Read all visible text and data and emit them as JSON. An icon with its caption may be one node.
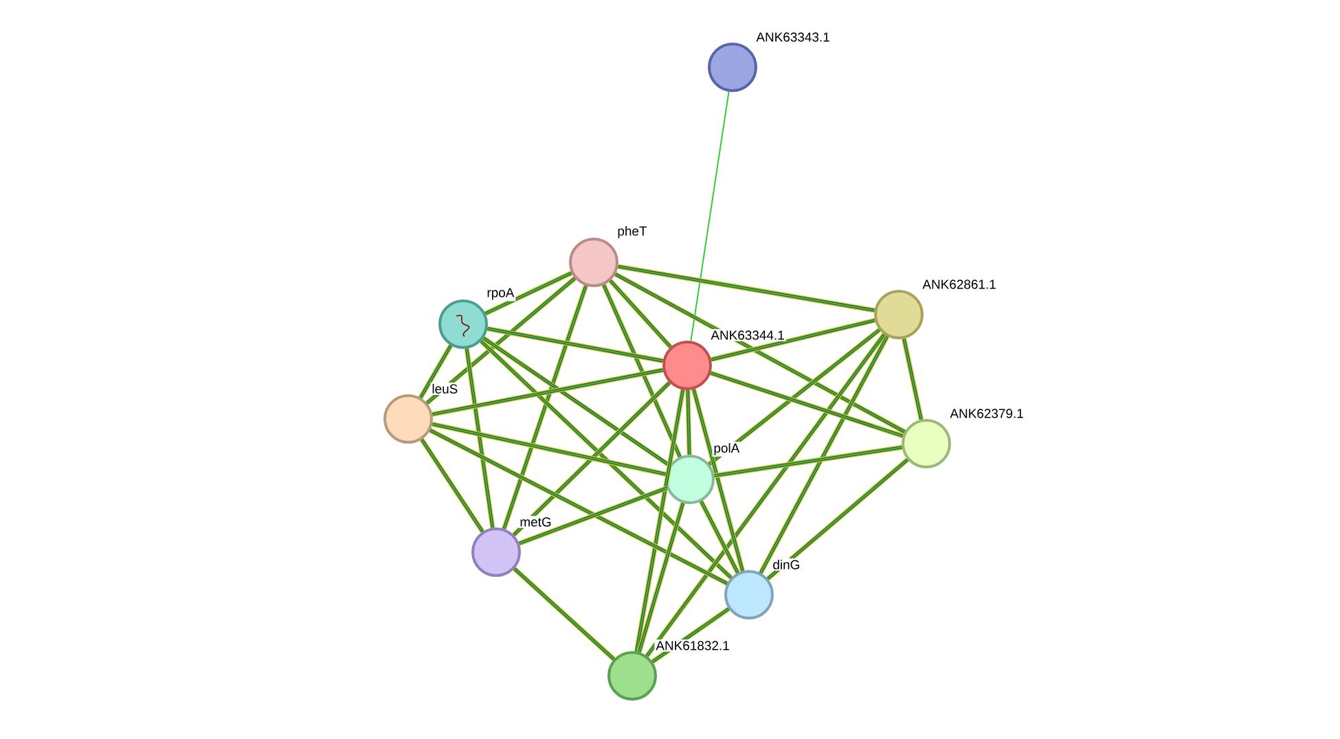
{
  "diagram": {
    "nodes": [
      {
        "text": [],
        "shape": "circle",
        "beside": [
          "ANK63343.1"
        ]
      },
      {
        "text": [],
        "shape": "circle",
        "beside": [
          "pheT"
        ]
      },
      {
        "text": [],
        "shape": "circle",
        "beside": [
          "rpoA"
        ]
      },
      {
        "text": [],
        "shape": "circle",
        "beside": [
          "ANK62861.1"
        ]
      },
      {
        "text": [],
        "shape": "circle",
        "beside": [
          "ANK63344.1"
        ]
      },
      {
        "text": [],
        "shape": "circle",
        "beside": [
          "leuS"
        ]
      },
      {
        "text": [],
        "shape": "circle",
        "beside": [
          "ANK62379.1"
        ]
      },
      {
        "text": [],
        "shape": "circle",
        "beside": [
          "polA"
        ]
      },
      {
        "text": [],
        "shape": "circle",
        "beside": [
          "metG"
        ]
      },
      {
        "text": [],
        "shape": "circle",
        "beside": [
          "dinG"
        ]
      },
      {
        "text": [],
        "shape": "circle",
        "beside": [
          "ANK61832.1"
        ]
      }
    ],
    "edges": [
      {
        "from": 4,
        "to": 0,
        "arrow": "none",
        "color": "#33cc33"
      },
      {
        "from": 1,
        "to": 2,
        "arrow": "none"
      },
      {
        "from": 1,
        "to": 3,
        "arrow": "none"
      },
      {
        "from": 1,
        "to": 4,
        "arrow": "none"
      },
      {
        "from": 1,
        "to": 5,
        "arrow": "none"
      },
      {
        "from": 1,
        "to": 6,
        "arrow": "none"
      },
      {
        "from": 1,
        "to": 7,
        "arrow": "none"
      },
      {
        "from": 1,
        "to": 8,
        "arrow": "none"
      },
      {
        "from": 2,
        "to": 4,
        "arrow": "none"
      },
      {
        "from": 2,
        "to": 5,
        "arrow": "none"
      },
      {
        "from": 2,
        "to": 7,
        "arrow": "none"
      },
      {
        "from": 2,
        "to": 8,
        "arrow": "none"
      },
      {
        "from": 2,
        "to": 9,
        "arrow": "none"
      },
      {
        "from": 3,
        "to": 4,
        "arrow": "none"
      },
      {
        "from": 3,
        "to": 6,
        "arrow": "none"
      },
      {
        "from": 3,
        "to": 7,
        "arrow": "none"
      },
      {
        "from": 3,
        "to": 9,
        "arrow": "none"
      },
      {
        "from": 3,
        "to": 10,
        "arrow": "none"
      },
      {
        "from": 4,
        "to": 5,
        "arrow": "none"
      },
      {
        "from": 4,
        "to": 6,
        "arrow": "none"
      },
      {
        "from": 4,
        "to": 7,
        "arrow": "none"
      },
      {
        "from": 4,
        "to": 8,
        "arrow": "none"
      },
      {
        "from": 4,
        "to": 9,
        "arrow": "none"
      },
      {
        "from": 4,
        "to": 10,
        "arrow": "none"
      },
      {
        "from": 5,
        "to": 7,
        "arrow": "none"
      },
      {
        "from": 5,
        "to": 8,
        "arrow": "none"
      },
      {
        "from": 5,
        "to": 9,
        "arrow": "none"
      },
      {
        "from": 6,
        "to": 7,
        "arrow": "none"
      },
      {
        "from": 6,
        "to": 9,
        "arrow": "none"
      },
      {
        "from": 7,
        "to": 8,
        "arrow": "none"
      },
      {
        "from": 7,
        "to": 9,
        "arrow": "none"
      },
      {
        "from": 7,
        "to": 10,
        "arrow": "none"
      },
      {
        "from": 8,
        "to": 10,
        "arrow": "none"
      },
      {
        "from": 9,
        "to": 10,
        "arrow": "none"
      }
    ]
  }
}
